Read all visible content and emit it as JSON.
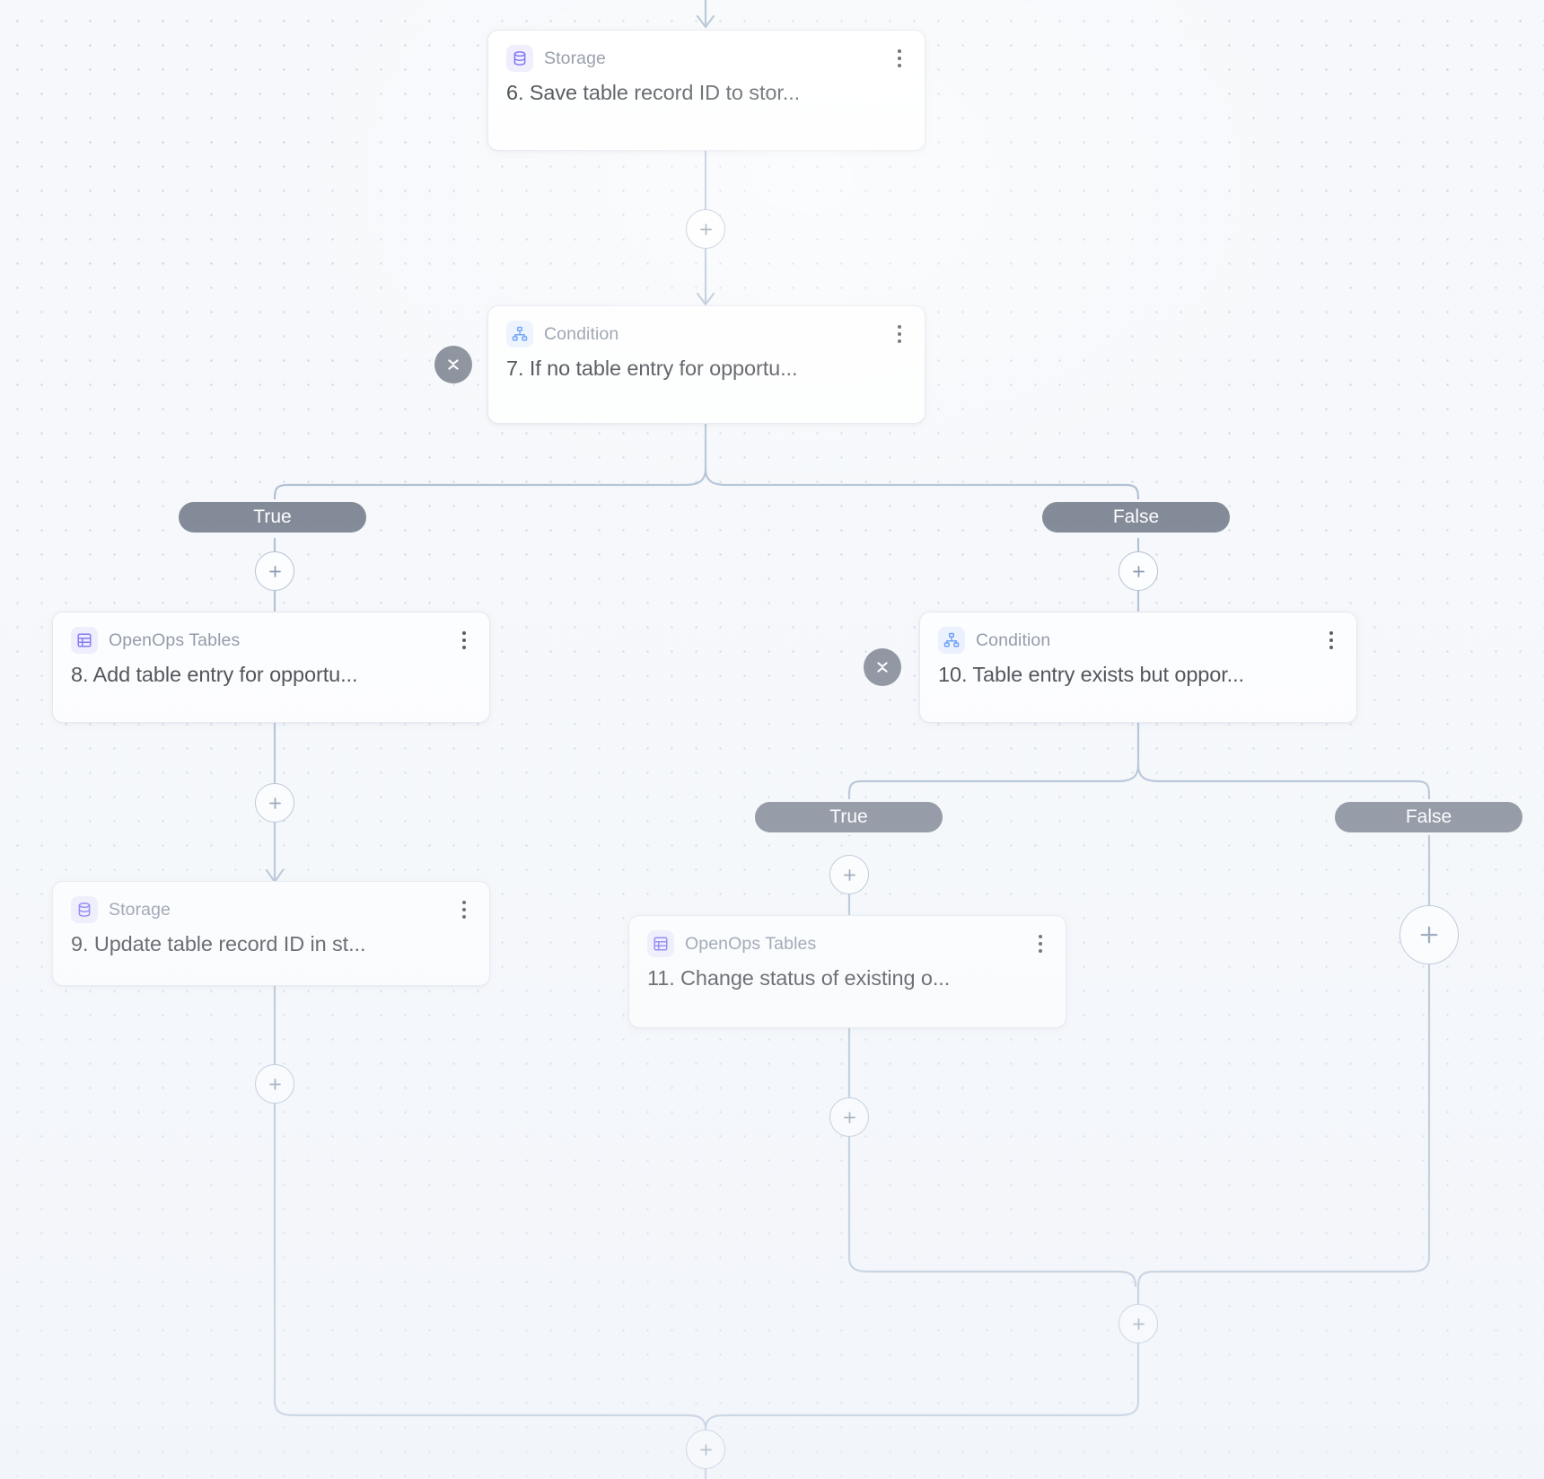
{
  "canvas": {
    "background_color": "#f6f8fb",
    "edge_color": "#9fb2c9",
    "dot_color": "#c9d2e0"
  },
  "colors": {
    "storage_icon_bg": "#eceafd",
    "storage_icon_fg": "#5b4ef0",
    "tables_icon_bg": "#ecebfd",
    "tables_icon_fg": "#5b4ef0",
    "condition_icon_bg": "#e8f0fe",
    "condition_icon_fg": "#3b82f6",
    "branch_pill_bg": "#646c7c",
    "branch_pill_text": "#ffffff",
    "collapse_toggle_bg": "#6b7280",
    "node_title_text": "#10131a",
    "node_kind_text": "#707a8c"
  },
  "nodes": [
    {
      "id": "step-6",
      "kind": "Storage",
      "title": "6. Save table record ID to stor...",
      "icon": "database-icon",
      "menu": "more-options-icon"
    },
    {
      "id": "step-7",
      "kind": "Condition",
      "title": "7. If no table entry for opportu...",
      "icon": "sitemap-icon",
      "menu": "more-options-icon"
    },
    {
      "id": "step-8",
      "kind": "OpenOps Tables",
      "title": "8. Add table entry for opportu...",
      "icon": "table-grid-icon",
      "menu": "more-options-icon"
    },
    {
      "id": "step-9",
      "kind": "Storage",
      "title": "9. Update table record ID in st...",
      "icon": "database-icon",
      "menu": "more-options-icon"
    },
    {
      "id": "step-10",
      "kind": "Condition",
      "title": "10. Table entry exists but oppor...",
      "icon": "sitemap-icon",
      "menu": "more-options-icon"
    },
    {
      "id": "step-11",
      "kind": "OpenOps Tables",
      "title": "11. Change status of existing o...",
      "icon": "table-grid-icon",
      "menu": "more-options-icon"
    }
  ],
  "branches": {
    "condition_7": {
      "true_label": "True",
      "false_label": "False"
    },
    "condition_10": {
      "true_label": "True",
      "false_label": "False"
    }
  },
  "add_buttons": {
    "label": "+",
    "icon": "plus-icon",
    "count": 10
  },
  "collapse_toggles": {
    "icon": "collapse-vertical-icon",
    "count": 2
  }
}
